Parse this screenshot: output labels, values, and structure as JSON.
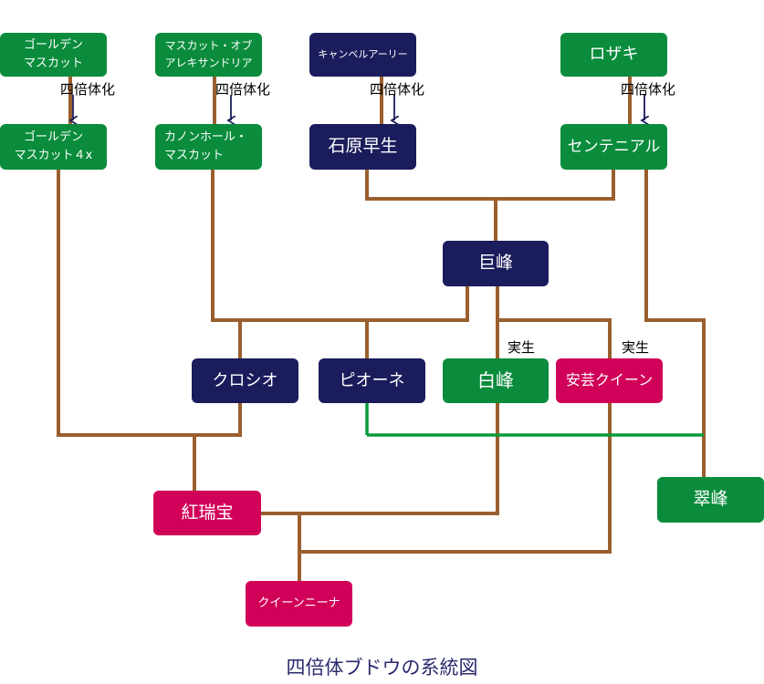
{
  "colors": {
    "green": "#0a8c3c",
    "navy": "#1b1c5c",
    "crimson": "#d10058",
    "brown_line": "#9a5f2e",
    "green_line": "#0a9a3c",
    "arrow": "#1b1c5c"
  },
  "nodes": {
    "golden_muscat": "ゴールデン\nマスカット",
    "muscat_of_alexandria": "マスカット・オブ\nアレキサンドリア",
    "campbell_early": "キャンベルアーリー",
    "rosaki": "ロザキ",
    "golden_muscat_4x": "ゴールデン\nマスカット４x",
    "canon_hall_muscat": "カノンホール・\nマスカット",
    "ishihara_wase": "石原早生",
    "centennial": "センテニアル",
    "kyoho": "巨峰",
    "kuroshio": "クロシオ",
    "pione": "ピオーネ",
    "hakuho": "白峰",
    "aki_queen": "安芸クイーン",
    "suiho": "翠峰",
    "benizuiho": "紅瑞宝",
    "queen_nina": "クイーンニーナ"
  },
  "labels": {
    "tetraploid_1": "四倍体化",
    "tetraploid_2": "四倍体化",
    "tetraploid_3": "四倍体化",
    "tetraploid_4": "四倍体化",
    "seedling_1": "実生",
    "seedling_2": "実生"
  },
  "caption": "四倍体ブドウの系統図"
}
